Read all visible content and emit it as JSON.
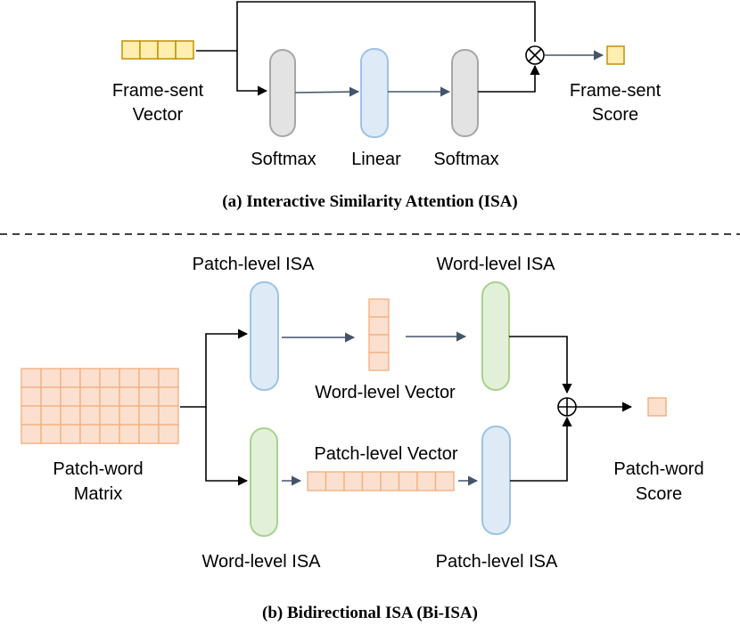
{
  "part_a": {
    "caption": "(a) Interactive Similarity Attention (ISA)",
    "input_label": [
      "Frame-sent",
      "Vector"
    ],
    "output_label": [
      "Frame-sent",
      "Score"
    ],
    "blocks": {
      "softmax_left": "Softmax",
      "linear": "Linear",
      "softmax_right": "Softmax"
    },
    "operator": "⊗"
  },
  "part_b": {
    "caption": "(b) Bidirectional ISA (Bi-ISA)",
    "input_label": [
      "Patch-word",
      "Matrix"
    ],
    "output_label": [
      "Patch-word",
      "Score"
    ],
    "top_left_label": "Patch-level ISA",
    "top_right_label": "Word-level ISA",
    "bottom_left_label": "Word-level ISA",
    "bottom_right_label": "Patch-level ISA",
    "word_vector_label": "Word-level Vector",
    "patch_vector_label": "Patch-level Vector",
    "operator": "⊕"
  },
  "colors": {
    "gray_fill": "#e3e3e3",
    "gray_stroke": "#a6a6a6",
    "blue_fill": "#deebf7",
    "blue_stroke": "#9dc3e6",
    "green_fill": "#e2f0d9",
    "green_stroke": "#a9d18e",
    "yellow_fill": "#ffeeb0",
    "yellow_stroke": "#c09000",
    "orange_fill": "#fbe0cf",
    "orange_stroke": "#f4b183",
    "arrow": "#44546a"
  }
}
